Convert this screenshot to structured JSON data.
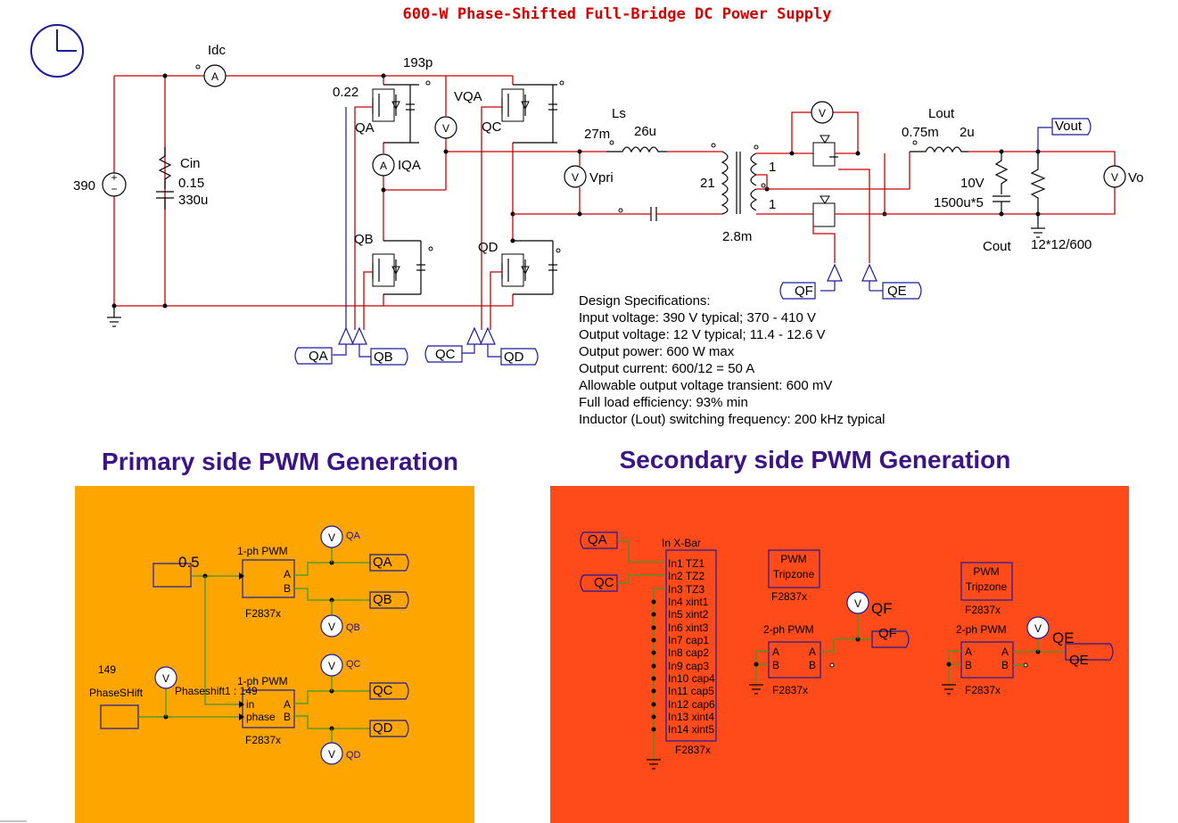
{
  "title": "600-W Phase-Shifted Full-Bridge DC Power Supply",
  "sections": {
    "primary": "Primary side PWM Generation",
    "secondary": "Secondary side PWM Generation"
  },
  "power_stage": {
    "vin": "390",
    "idc_meter": "Idc",
    "meter_a": "A",
    "meter_v": "V",
    "cin": {
      "name": "Cin",
      "esr": "0.15",
      "cap": "330u"
    },
    "snubber_cap": "193p",
    "gate_res": "0.22",
    "switches": {
      "qa": "QA",
      "qb": "QB",
      "qc": "QC",
      "qd": "QD",
      "qe": "QE",
      "qf": "QF"
    },
    "iqa": "IQA",
    "vqa": "VQA",
    "ls": {
      "name": "Ls",
      "res": "27m",
      "ind": "26u"
    },
    "vpri": "Vpri",
    "turns_pri": "21",
    "turns_sec1": "1",
    "turns_sec2": "1",
    "mag": "2.8m",
    "lout": {
      "name": "Lout",
      "res": "0.75m",
      "ind": "2u"
    },
    "cout": {
      "name": "Cout",
      "v": "10V",
      "cap": "1500u*5"
    },
    "rload": "12*12/600",
    "vout": "Vout",
    "vo": "Vo"
  },
  "specs": {
    "heading": "Design Specifications:",
    "lines": [
      "Input voltage: 390 V typical;  370 - 410 V",
      "Output voltage: 12 V typical; 11.4 - 12.6 V",
      "Output power: 600 W max",
      "Output current: 600/12 = 50 A",
      "Allowable output voltage transient: 600 mV",
      "Full load efficiency: 93% min",
      "Inductor (Lout) switching frequency: 200 kHz typical"
    ]
  },
  "primary_pwm": {
    "duty": "0.5",
    "pwm1_label": "1-ph PWM",
    "pwm2_label": "1-ph PWM",
    "pin_a": "A",
    "pin_b": "B",
    "pin_in": "in",
    "pin_phase": "phase",
    "chip": "F2837x",
    "phase_val": "149",
    "phase_name": "PhaseSHift",
    "phase_probe": "Phaseshift1 : 149",
    "outputs": [
      "QA",
      "QB",
      "QC",
      "QD"
    ],
    "probes": [
      "QA",
      "QB",
      "QC",
      "QD"
    ]
  },
  "secondary_pwm": {
    "inputs": [
      "QA",
      "QC"
    ],
    "xbar_title": "In X-Bar",
    "xbar_pins": [
      "In1 TZ1",
      "In2 TZ2",
      "In3 TZ3",
      "In4 xint1",
      "In5 xint2",
      "In6 xint3",
      "In7 cap1",
      "In8 cap2",
      "In9 cap3",
      "In10 cap4",
      "In11 cap5",
      "In12 cap6",
      "In13 xint4",
      "In14 xint5"
    ],
    "chip": "F2837x",
    "tripzone_line1": "PWM",
    "tripzone_line2": "Tripzone",
    "pwm2_label": "2-ph PWM",
    "pin_a": "A",
    "pin_b": "B",
    "out_f": "QF",
    "out_e": "QE"
  },
  "colors": {
    "wire_red": "#cc0000",
    "wire_green": "#3c9a2a",
    "primary_bg": "#ffa500",
    "secondary_bg": "#ff4a1a",
    "section_title": "#3b1587",
    "title_red": "#d40000"
  }
}
